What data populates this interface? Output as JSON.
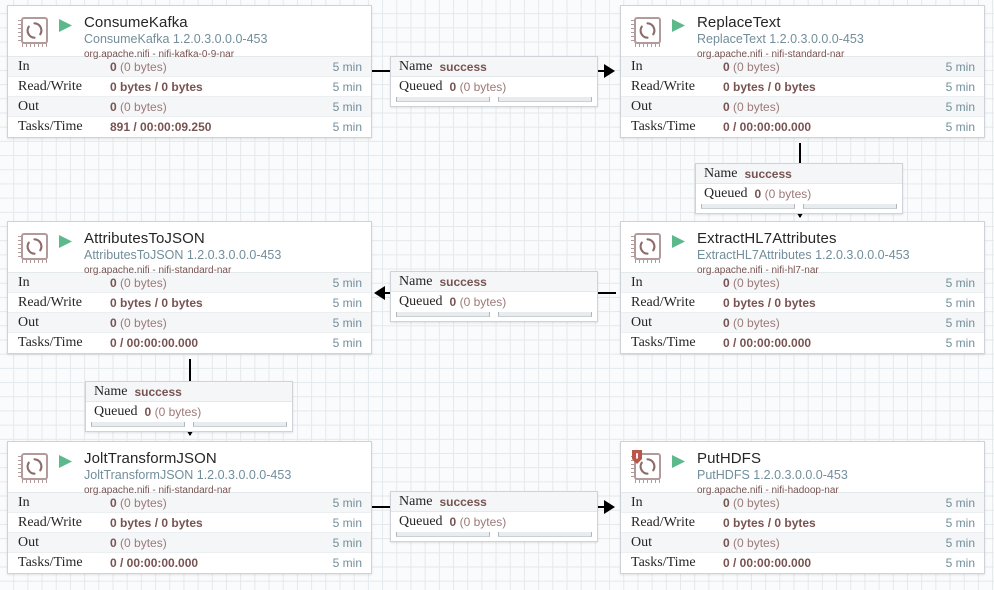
{
  "canvas": {
    "grid_color": "#e3e9ec",
    "background_color": "#fafbfc"
  },
  "labels": {
    "in": "In",
    "read_write": "Read/Write",
    "out": "Out",
    "tasks_time": "Tasks/Time",
    "name": "Name",
    "queued": "Queued",
    "run_icon": "run-triangle-icon",
    "processor_icon": "processor-chip-icon",
    "bulletin_icon": "bulletin-shield-icon"
  },
  "colors": {
    "accent_type": "#728e9b",
    "stat_value": "#775351",
    "run_green": "#5bb98c",
    "bulletin_red": "#ba554a",
    "chip_outline": "#b49b9b"
  },
  "processors": [
    {
      "id": "consumekafka",
      "name": "ConsumeKafka",
      "type": "ConsumeKafka 1.2.0.3.0.0.0-453",
      "bundle": "org.apache.nifi - nifi-kafka-0-9-nar",
      "has_bulletin": false,
      "stats": {
        "in_value": "0",
        "in_detail": "(0 bytes)",
        "in_time": "5 min",
        "read_write_value": "0 bytes / 0 bytes",
        "read_write_time": "5 min",
        "out_value": "0",
        "out_detail": "(0 bytes)",
        "out_time": "5 min",
        "tasks_value": "891 / 00:00:09.250",
        "tasks_time": "5 min"
      }
    },
    {
      "id": "replacetext",
      "name": "ReplaceText",
      "type": "ReplaceText 1.2.0.3.0.0.0-453",
      "bundle": "org.apache.nifi - nifi-standard-nar",
      "has_bulletin": false,
      "stats": {
        "in_value": "0",
        "in_detail": "(0 bytes)",
        "in_time": "5 min",
        "read_write_value": "0 bytes / 0 bytes",
        "read_write_time": "5 min",
        "out_value": "0",
        "out_detail": "(0 bytes)",
        "out_time": "5 min",
        "tasks_value": "0 / 00:00:00.000",
        "tasks_time": "5 min"
      }
    },
    {
      "id": "attributestojson",
      "name": "AttributesToJSON",
      "type": "AttributesToJSON 1.2.0.3.0.0.0-453",
      "bundle": "org.apache.nifi - nifi-standard-nar",
      "has_bulletin": false,
      "stats": {
        "in_value": "0",
        "in_detail": "(0 bytes)",
        "in_time": "5 min",
        "read_write_value": "0 bytes / 0 bytes",
        "read_write_time": "5 min",
        "out_value": "0",
        "out_detail": "(0 bytes)",
        "out_time": "5 min",
        "tasks_value": "0 / 00:00:00.000",
        "tasks_time": "5 min"
      }
    },
    {
      "id": "extracthl7attributes",
      "name": "ExtractHL7Attributes",
      "type": "ExtractHL7Attributes 1.2.0.3.0.0.0-453",
      "bundle": "org.apache.nifi - nifi-hl7-nar",
      "has_bulletin": false,
      "stats": {
        "in_value": "0",
        "in_detail": "(0 bytes)",
        "in_time": "5 min",
        "read_write_value": "0 bytes / 0 bytes",
        "read_write_time": "5 min",
        "out_value": "0",
        "out_detail": "(0 bytes)",
        "out_time": "5 min",
        "tasks_value": "0 / 00:00:00.000",
        "tasks_time": "5 min"
      }
    },
    {
      "id": "jolttransformjson",
      "name": "JoltTransformJSON",
      "type": "JoltTransformJSON 1.2.0.3.0.0.0-453",
      "bundle": "org.apache.nifi - nifi-standard-nar",
      "has_bulletin": false,
      "stats": {
        "in_value": "0",
        "in_detail": "(0 bytes)",
        "in_time": "5 min",
        "read_write_value": "0 bytes / 0 bytes",
        "read_write_time": "5 min",
        "out_value": "0",
        "out_detail": "(0 bytes)",
        "out_time": "5 min",
        "tasks_value": "0 / 00:00:00.000",
        "tasks_time": "5 min"
      }
    },
    {
      "id": "puthdfs",
      "name": "PutHDFS",
      "type": "PutHDFS 1.2.0.3.0.0.0-453",
      "bundle": "org.apache.nifi - nifi-hadoop-nar",
      "has_bulletin": true,
      "stats": {
        "in_value": "0",
        "in_detail": "(0 bytes)",
        "in_time": "5 min",
        "read_write_value": "0 bytes / 0 bytes",
        "read_write_time": "5 min",
        "out_value": "0",
        "out_detail": "(0 bytes)",
        "out_time": "5 min",
        "tasks_value": "0 / 00:00:00.000",
        "tasks_time": "5 min"
      }
    }
  ],
  "connections": [
    {
      "id": "consumekafka-to-replacetext",
      "relationship": "success",
      "queued_value": "0",
      "queued_detail": "(0 bytes)"
    },
    {
      "id": "replacetext-to-extracthl7attributes",
      "relationship": "success",
      "queued_value": "0",
      "queued_detail": "(0 bytes)"
    },
    {
      "id": "extracthl7attributes-to-attributestojson",
      "relationship": "success",
      "queued_value": "0",
      "queued_detail": "(0 bytes)"
    },
    {
      "id": "attributestojson-to-jolttransformjson",
      "relationship": "success",
      "queued_value": "0",
      "queued_detail": "(0 bytes)"
    },
    {
      "id": "jolttransformjson-to-puthdfs",
      "relationship": "success",
      "queued_value": "0",
      "queued_detail": "(0 bytes)"
    }
  ]
}
